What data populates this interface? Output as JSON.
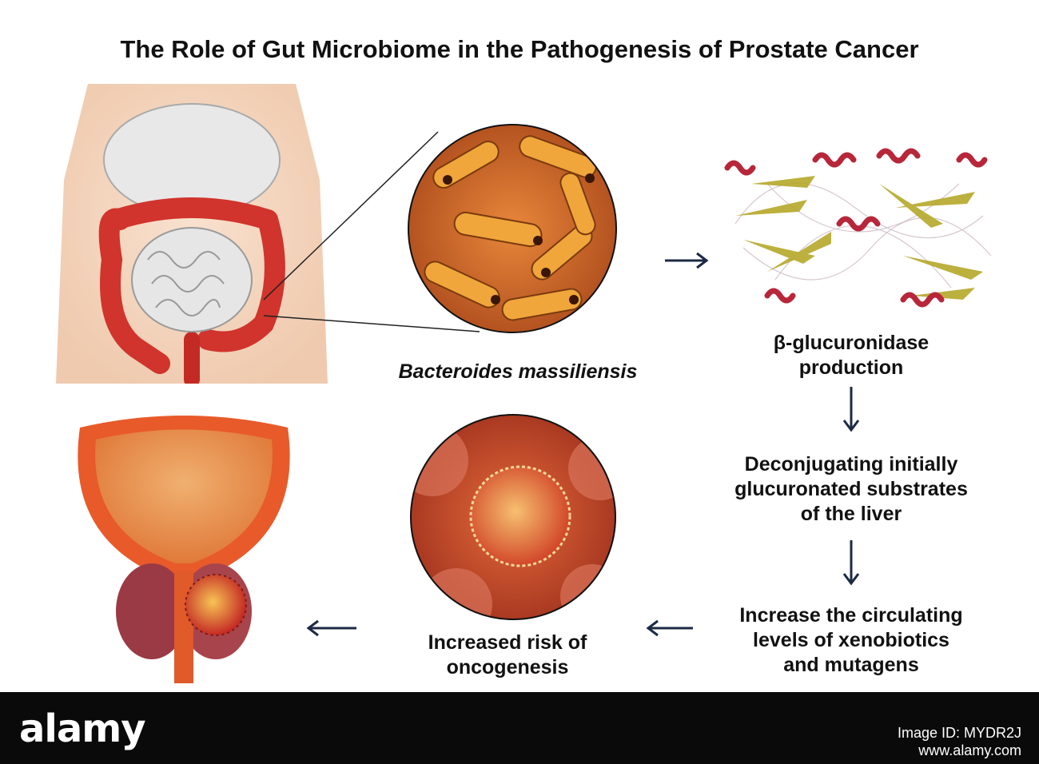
{
  "title": "The Role of Gut Microbiome in the Pathogenesis of Prostate Cancer",
  "labels": {
    "bacteria": "Bacteroides massiliensis",
    "enzyme_line1": "β-glucuronidase",
    "enzyme_line2": "production",
    "deconj_line1": "Deconjugating initially",
    "deconj_line2": "glucuronated substrates",
    "deconj_line3": "of the liver",
    "circ_line1": "Increase the circulating",
    "circ_line2": "levels of xenobiotics",
    "circ_line3": "and mutagens",
    "risk_line1": "Increased risk of",
    "risk_line2": "oncogenesis"
  },
  "footer": {
    "logo": "alamy",
    "image_id_label": "Image ID: MYDR2J",
    "site": "www.alamy.com"
  },
  "colors": {
    "arrow": "#1c2a44",
    "intestine": "#d0342c",
    "bacteria_bg": "#d2691e",
    "cell_bg": "#c0452a",
    "protein_helix": "#b8263a",
    "protein_sheet": "#b5a82a"
  }
}
